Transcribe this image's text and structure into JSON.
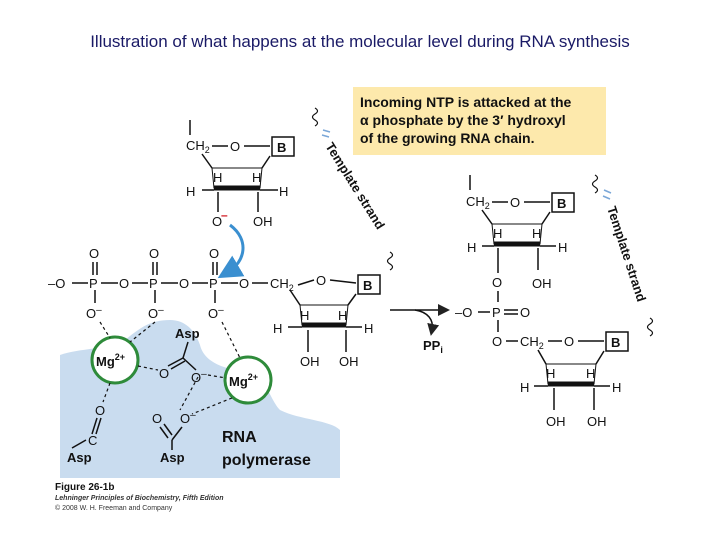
{
  "slide": {
    "title": "Illustration of  what happens at the molecular level during RNA synthesis"
  },
  "callout": {
    "line1": "Incoming NTP is attacked at the",
    "line2": "α phosphate by the 3′ hydroxyl",
    "line3": "of the growing RNA chain.",
    "bg_color": "#fde9ac"
  },
  "labels": {
    "ch2": "CH",
    "ch2_sub": "2",
    "o": "O",
    "h": "H",
    "b": "B",
    "oh": "OH",
    "o_minus": "O",
    "minus": "–",
    "p": "P",
    "template_strand": "Template strand",
    "asp": "Asp",
    "c": "C",
    "mg": "Mg",
    "mg_charge": "2+",
    "ppi": "PP",
    "ppi_sub": "i",
    "enzyme_line1": "RNA",
    "enzyme_line2": "polymerase"
  },
  "figure": {
    "number": "Figure 26-1b",
    "book": "Lehninger Principles of Biochemistry, Fifth Edition",
    "copyright": "© 2008 W. H. Freeman and Company"
  },
  "colors": {
    "enzyme_fill": "#c9dcef",
    "mg_stroke": "#2e8b3a",
    "arrow_blue": "#3a8fd0",
    "template_hatch": "#7aa7d8",
    "title_color": "#1a1a66"
  }
}
